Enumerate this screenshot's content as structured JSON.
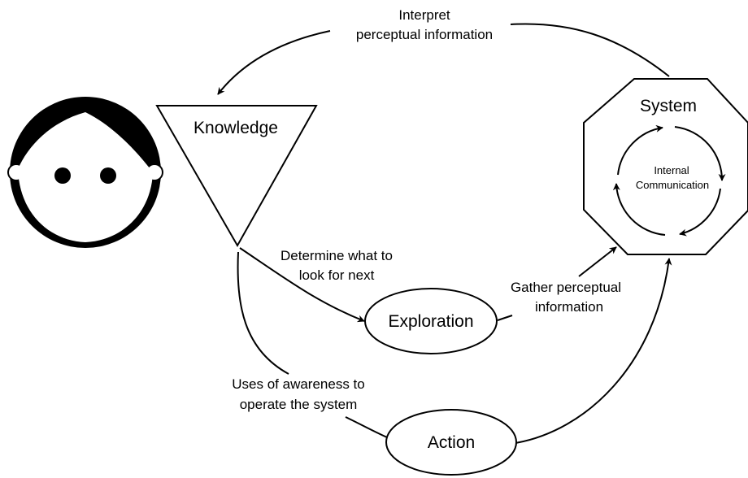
{
  "nodes": {
    "knowledge": "Knowledge",
    "system": "System",
    "internal_line1": "Internal",
    "internal_line2": "Communication",
    "exploration": "Exploration",
    "action": "Action"
  },
  "edges": {
    "interpret_line1": "Interpret",
    "interpret_line2": "perceptual information",
    "determine_line1": "Determine what to",
    "determine_line2": "look for next",
    "gather_line1": "Gather perceptual",
    "gather_line2": "information",
    "uses_line1": "Uses of awareness to",
    "uses_line2": "operate the system"
  },
  "icons": {
    "user": "face-icon"
  },
  "colors": {
    "ink": "#000000",
    "background": "#ffffff"
  }
}
